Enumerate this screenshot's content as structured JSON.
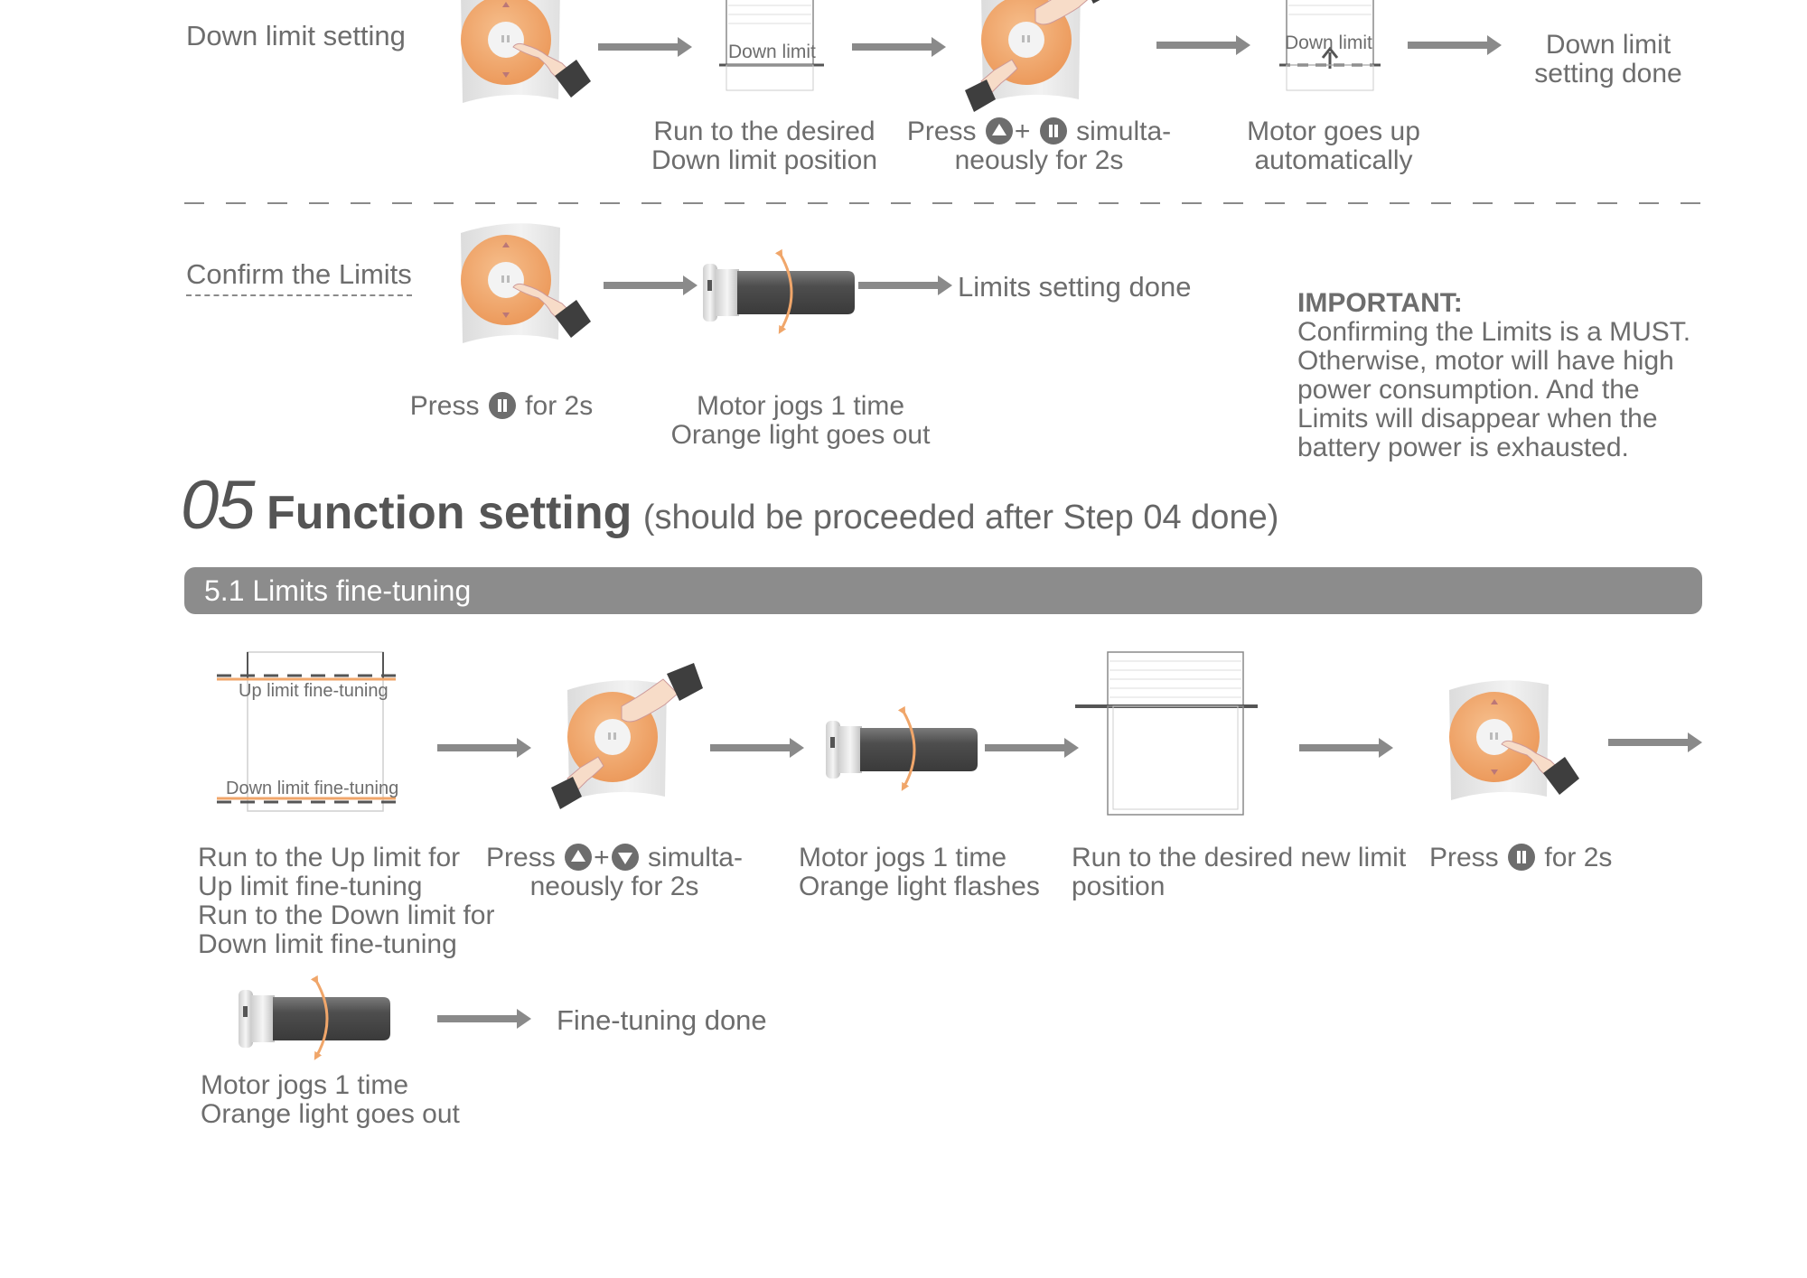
{
  "down_limit": {
    "label": "Down limit setting",
    "window_label_1": "Down limit",
    "window_label_2": "Down limit",
    "cap_run_1": "Run to the desired",
    "cap_run_2": "Down limit position",
    "cap_press_word": "Press",
    "cap_press_plus": "+",
    "cap_press_tail": "simulta-",
    "cap_press_2": "neously for 2s",
    "cap_motor_1": "Motor goes up",
    "cap_motor_2": "automatically",
    "done_1": "Down limit",
    "done_2": "setting done"
  },
  "confirm": {
    "label": "Confirm the Limits",
    "done": "Limits setting done",
    "cap_press_word": "Press",
    "cap_press_tail": "for 2s",
    "cap_motor_1": "Motor jogs 1 time",
    "cap_motor_2": "Orange light goes out"
  },
  "important": {
    "head": "IMPORTANT:",
    "lines": [
      "Confirming the Limits is a MUST.",
      "Otherwise, motor will have high",
      "power consumption. And the",
      "Limits will disappear when the",
      "battery power is exhausted."
    ]
  },
  "section05": {
    "number": "05",
    "title": "Function setting",
    "subtitle": "(should be proceeded after Step 04 done)"
  },
  "sub51": {
    "bar_label": "5.1  Limits fine-tuning",
    "up_fine": "Up limit fine-tuning",
    "down_fine": "Down limit fine-tuning",
    "cap_run_lines": [
      "Run to the Up limit for",
      "Up limit fine-tuning",
      "Run to the Down limit for",
      "Down limit fine-tuning"
    ],
    "cap_press_word": "Press",
    "cap_press_plus": "+",
    "cap_press_tail": "simulta-",
    "cap_press_2": "neously for 2s",
    "cap_motor_1": "Motor jogs 1 time",
    "cap_motor_2": "Orange light flashes",
    "cap_newlimit_1": "Run to the desired new limit",
    "cap_newlimit_2": "position",
    "cap_press2_word": "Press",
    "cap_press2_tail": "for 2s",
    "cap_final_1": "Motor jogs 1 time",
    "cap_final_2": "Orange light goes out",
    "done": "Fine-tuning done"
  },
  "colors": {
    "orange": "#f0a66a",
    "gray_arrow": "#8a8a8a",
    "dark": "#4a4a4a",
    "bar": "#8c8c8c"
  }
}
